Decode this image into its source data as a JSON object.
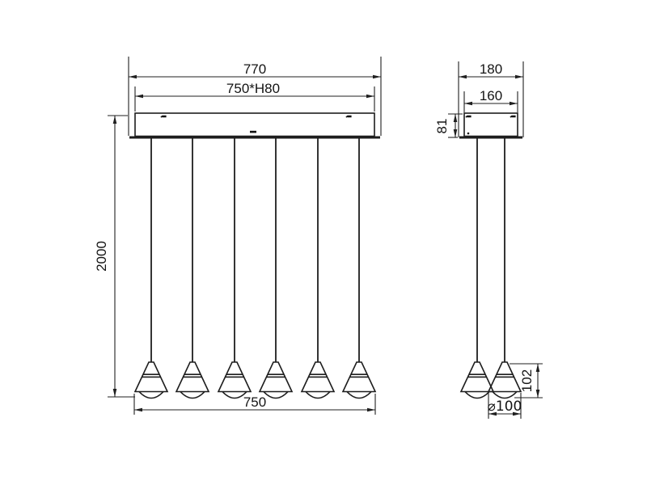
{
  "drawing": {
    "description": "pendant lamp technical dimension drawing, front and side views",
    "colors": {
      "background": "#ffffff",
      "line": "#1d1d1d"
    },
    "front_view": {
      "pendant_count": 6,
      "overall_width_label": "770",
      "canopy_label": "750*H80",
      "drop_height_label": "2000",
      "shade_span_label": "750"
    },
    "side_view": {
      "pendant_count": 2,
      "overall_depth_label": "180",
      "canopy_depth_label": "160",
      "canopy_height_label": "81",
      "shade_height_label": "102",
      "shade_diameter_label": "⌀100"
    }
  }
}
